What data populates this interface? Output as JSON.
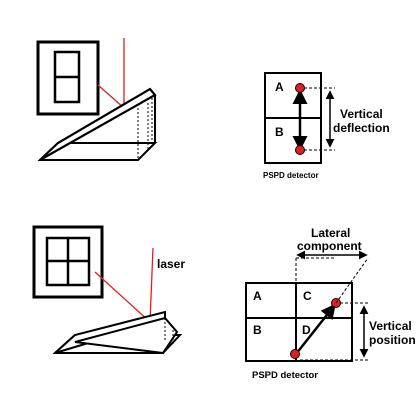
{
  "top_panel": {
    "detector": {
      "quadrant_top": "A",
      "quadrant_bottom": "B",
      "caption": "PSPD detector"
    },
    "measurement": {
      "line1": "Vertical",
      "line2": "deflection"
    }
  },
  "bottom_panel": {
    "laser_label": "laser",
    "detector": {
      "quadrant_a": "A",
      "quadrant_b": "B",
      "quadrant_c": "C",
      "quadrant_d": "D",
      "caption": "PSPD detector"
    },
    "lateral": {
      "line1": "Lateral",
      "line2": "component"
    },
    "vertical": {
      "line1": "Vertical",
      "line2": "position"
    }
  },
  "colors": {
    "laser": "#e02020",
    "spot": "#e02020",
    "ink": "#000000"
  }
}
